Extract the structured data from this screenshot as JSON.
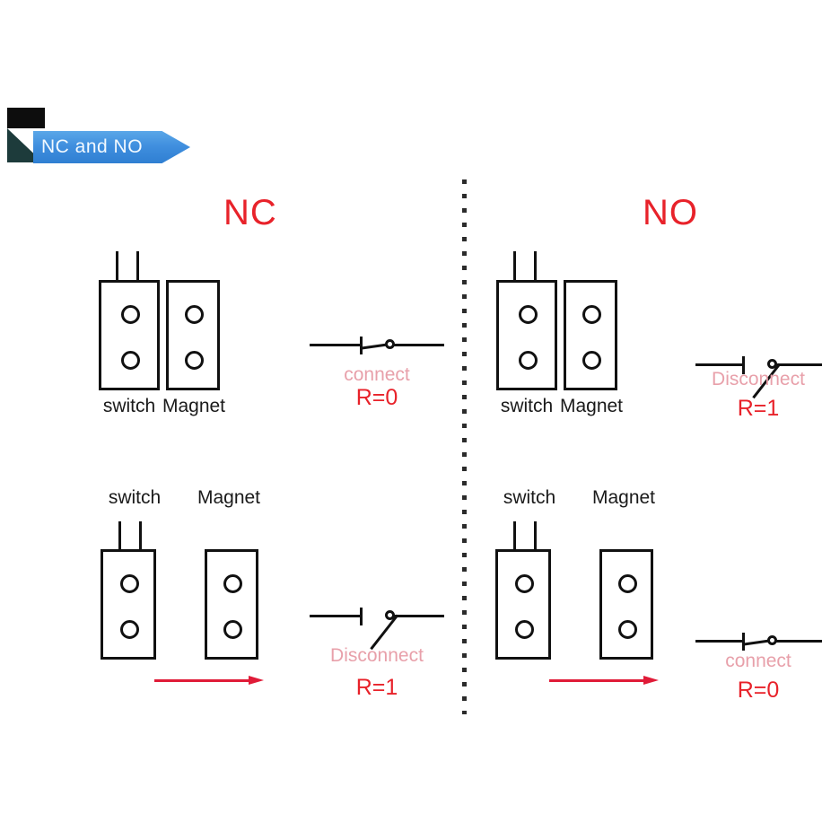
{
  "banner": {
    "title": "NC and NO",
    "ribbon_color": "#3f8ede",
    "tab_color": "#0d0d0d",
    "fold_color": "#1d3b3b",
    "text_color": "#f2f9ff"
  },
  "colors": {
    "title_red": "#e8222a",
    "caption_pink": "#e8a0aa",
    "arrow_red": "#e01b38",
    "line_black": "#111111"
  },
  "sections": {
    "nc": {
      "title": "NC"
    },
    "no": {
      "title": "NO"
    }
  },
  "labels": {
    "switch": "switch",
    "magnet": "Magnet"
  },
  "panels": [
    {
      "id": "nc-closed",
      "section": "NC",
      "state": "magnet-adjacent",
      "label_position": "below",
      "switch_label": "switch",
      "magnet_label": "Magnet",
      "has_motion_arrow": false,
      "circuit": {
        "state": "closed",
        "caption": "connect",
        "resistance": "R=0"
      }
    },
    {
      "id": "nc-open",
      "section": "NC",
      "state": "magnet-moved-away",
      "label_position": "above",
      "switch_label": "switch",
      "magnet_label": "Magnet",
      "has_motion_arrow": true,
      "circuit": {
        "state": "open",
        "caption": "Disconnect",
        "resistance": "R=1"
      }
    },
    {
      "id": "no-open",
      "section": "NO",
      "state": "magnet-adjacent",
      "label_position": "below",
      "switch_label": "switch",
      "magnet_label": "Magnet",
      "has_motion_arrow": false,
      "circuit": {
        "state": "open",
        "caption": "Disconnect",
        "resistance": "R=1"
      }
    },
    {
      "id": "no-closed",
      "section": "NO",
      "state": "magnet-moved-away",
      "label_position": "above",
      "switch_label": "switch",
      "magnet_label": "Magnet",
      "has_motion_arrow": true,
      "circuit": {
        "state": "closed",
        "caption": "connect",
        "resistance": "R=0"
      }
    }
  ]
}
